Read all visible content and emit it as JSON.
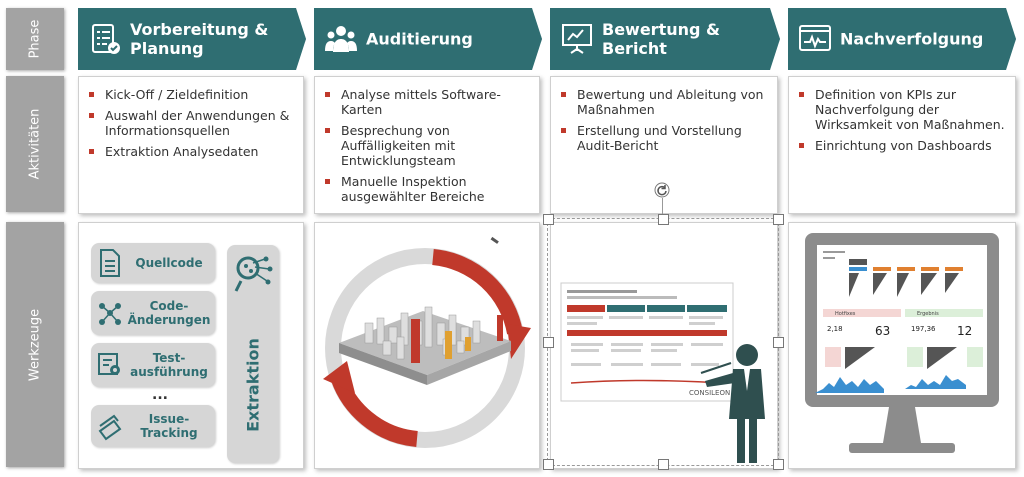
{
  "rows": {
    "phase": "Phase",
    "aktivitaeten": "Aktivitäten",
    "werkzeuge": "Werkzeuge"
  },
  "phases": [
    {
      "title": "Vorbereitung & Planung",
      "icon": "checklist-icon"
    },
    {
      "title": "Auditierung",
      "icon": "team-icon"
    },
    {
      "title": "Bewertung & Bericht",
      "icon": "presentation-board-icon"
    },
    {
      "title": "Nachverfolgung",
      "icon": "monitor-pulse-icon"
    }
  ],
  "activities": [
    [
      "Kick-Off / Zieldefinition",
      "Auswahl der Anwendungen & Informationsquellen",
      "Extraktion Analysedaten"
    ],
    [
      "Analyse mittels Software-Karten",
      "Besprechung von Auffälligkeiten mit Entwicklungsteam",
      "Manuelle Inspektion ausgewählter Bereiche"
    ],
    [
      "Bewertung und Ableitung von Maßnahmen",
      "Erstellung  und Vorstellung Audit-Bericht"
    ],
    [
      "Definition von KPIs zur Nachverfolgung der Wirksamkeit von Maßnahmen.",
      "Einrichtung von Dashboards"
    ]
  ],
  "tools": {
    "items": [
      "Quellcode",
      "Code-Änderungen",
      "Test-ausführung",
      "Issue-Tracking"
    ],
    "ellipsis": "...",
    "extraction": "Extraktion"
  },
  "report_logo": "CONSILEON",
  "dashboard": {
    "panel_left": "Hotfixes",
    "panel_right": "Ergebnis",
    "kpi_left": [
      "2,18",
      "63"
    ],
    "kpi_right": [
      "197,36",
      "12"
    ]
  },
  "colors": {
    "teal": "#2f6e72",
    "red": "#c0392b",
    "grey": "#a3a3a3"
  }
}
